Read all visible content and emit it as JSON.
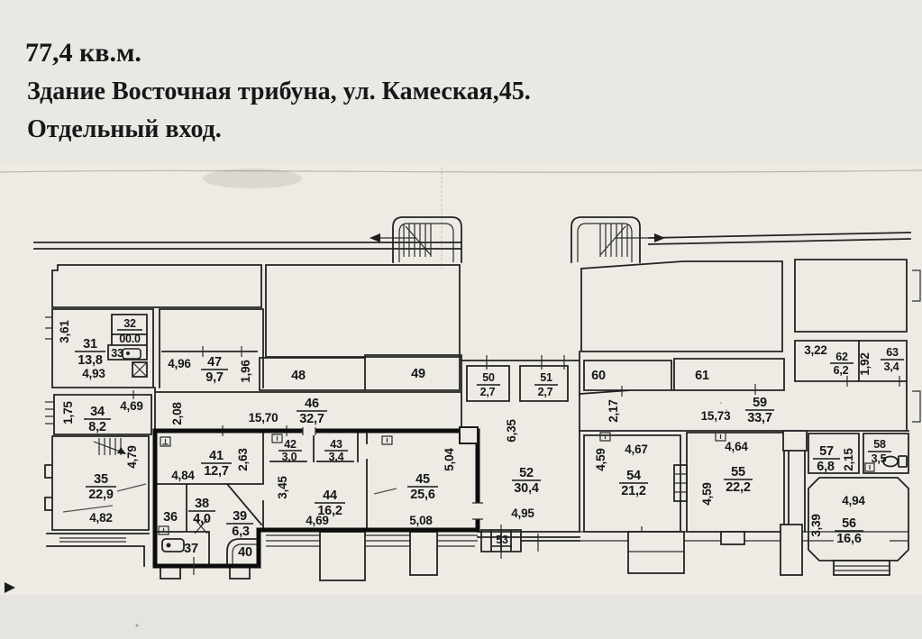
{
  "header": {
    "line1": "77,4  кв.м.",
    "line2": "Здание Восточная трибуна, ул. Камеская,45.",
    "line3": "Отдельный вход."
  },
  "colors": {
    "paper": "#edebe4",
    "background": "#e9e7e1",
    "ink": "#17171a",
    "premises_outline": "#0c0c0c"
  },
  "icons": {
    "stairs_top_left": "stairs-icon",
    "stairs_top_right": "stairs-icon",
    "stairs_room35": "stairs-icon",
    "bath_room33": "bathtub-icon",
    "bath_room37": "bathtub-icon",
    "toilet_room58": "toilet-icon",
    "vent_box": "vent-box-icon",
    "vent_shaft": "vent-shaft-icon",
    "door_mark": "door-mark-icon"
  },
  "rooms": {
    "r31": {
      "number": "31",
      "area": "13,8"
    },
    "r32": {
      "number": "32",
      "area": "00.0"
    },
    "r33": {
      "number": "33"
    },
    "r34": {
      "number": "34",
      "area": "8,2"
    },
    "r35": {
      "number": "35",
      "area": "22,9"
    },
    "r36": {
      "number": "36"
    },
    "r37": {
      "number": "37"
    },
    "r38": {
      "number": "38",
      "area": "4,0"
    },
    "r39": {
      "number": "39",
      "area": "6,3"
    },
    "r40": {
      "number": "40"
    },
    "r41": {
      "number": "41",
      "area": "12,7"
    },
    "r42": {
      "number": "42",
      "area": "3,0"
    },
    "r43": {
      "number": "43",
      "area": "3,4"
    },
    "r44": {
      "number": "44",
      "area": "16,2"
    },
    "r45": {
      "number": "45",
      "area": "25,6"
    },
    "r46": {
      "number": "46",
      "area": "32,7"
    },
    "r47": {
      "number": "47",
      "area": "9,7"
    },
    "r48": {
      "number": "48"
    },
    "r49": {
      "number": "49"
    },
    "r50": {
      "number": "50",
      "area": "2,7"
    },
    "r51": {
      "number": "51",
      "area": "2,7"
    },
    "r52": {
      "number": "52",
      "area": "30,4"
    },
    "r53": {
      "number": "53"
    },
    "r54": {
      "number": "54",
      "area": "21,2"
    },
    "r55": {
      "number": "55",
      "area": "22,2"
    },
    "r56": {
      "number": "56",
      "area": "16,6"
    },
    "r57": {
      "number": "57",
      "area": "6,8"
    },
    "r58": {
      "number": "58",
      "area": "3,5"
    },
    "r59": {
      "number": "59",
      "area": "33,7"
    },
    "r60": {
      "number": "60"
    },
    "r61": {
      "number": "61"
    },
    "r62": {
      "number": "62",
      "area": "6,2"
    },
    "r63": {
      "number": "63",
      "area": "3,4"
    }
  },
  "dimensions": {
    "d31_w": "4,93",
    "d31_h": "3,61",
    "d34_w": "4,69",
    "d34_h": "1,75",
    "d35_w": "4,82",
    "d35_h": "4,79",
    "d41_w": "4,84",
    "d41_h": "2,63",
    "d44_w": "4,69",
    "d44_h": "3,45",
    "d45_w": "5,08",
    "d45_h": "5,04",
    "d46_w": "15,70",
    "d46_h": "2,08",
    "d47_w": "4,96",
    "d47_h": "1,96",
    "d52_w": "4,95",
    "d52_h": "6,35",
    "d54_w": "4,67",
    "d54_hl": "4,59",
    "d54_hr": "4,59",
    "d55_w": "4,64",
    "d56_w": "4,94",
    "d56_h": "3,39",
    "d57_h": "2,15",
    "d59_w": "15,73",
    "d59_h": "2,17",
    "d62_w": "3,22",
    "d62_h": "1,92"
  }
}
